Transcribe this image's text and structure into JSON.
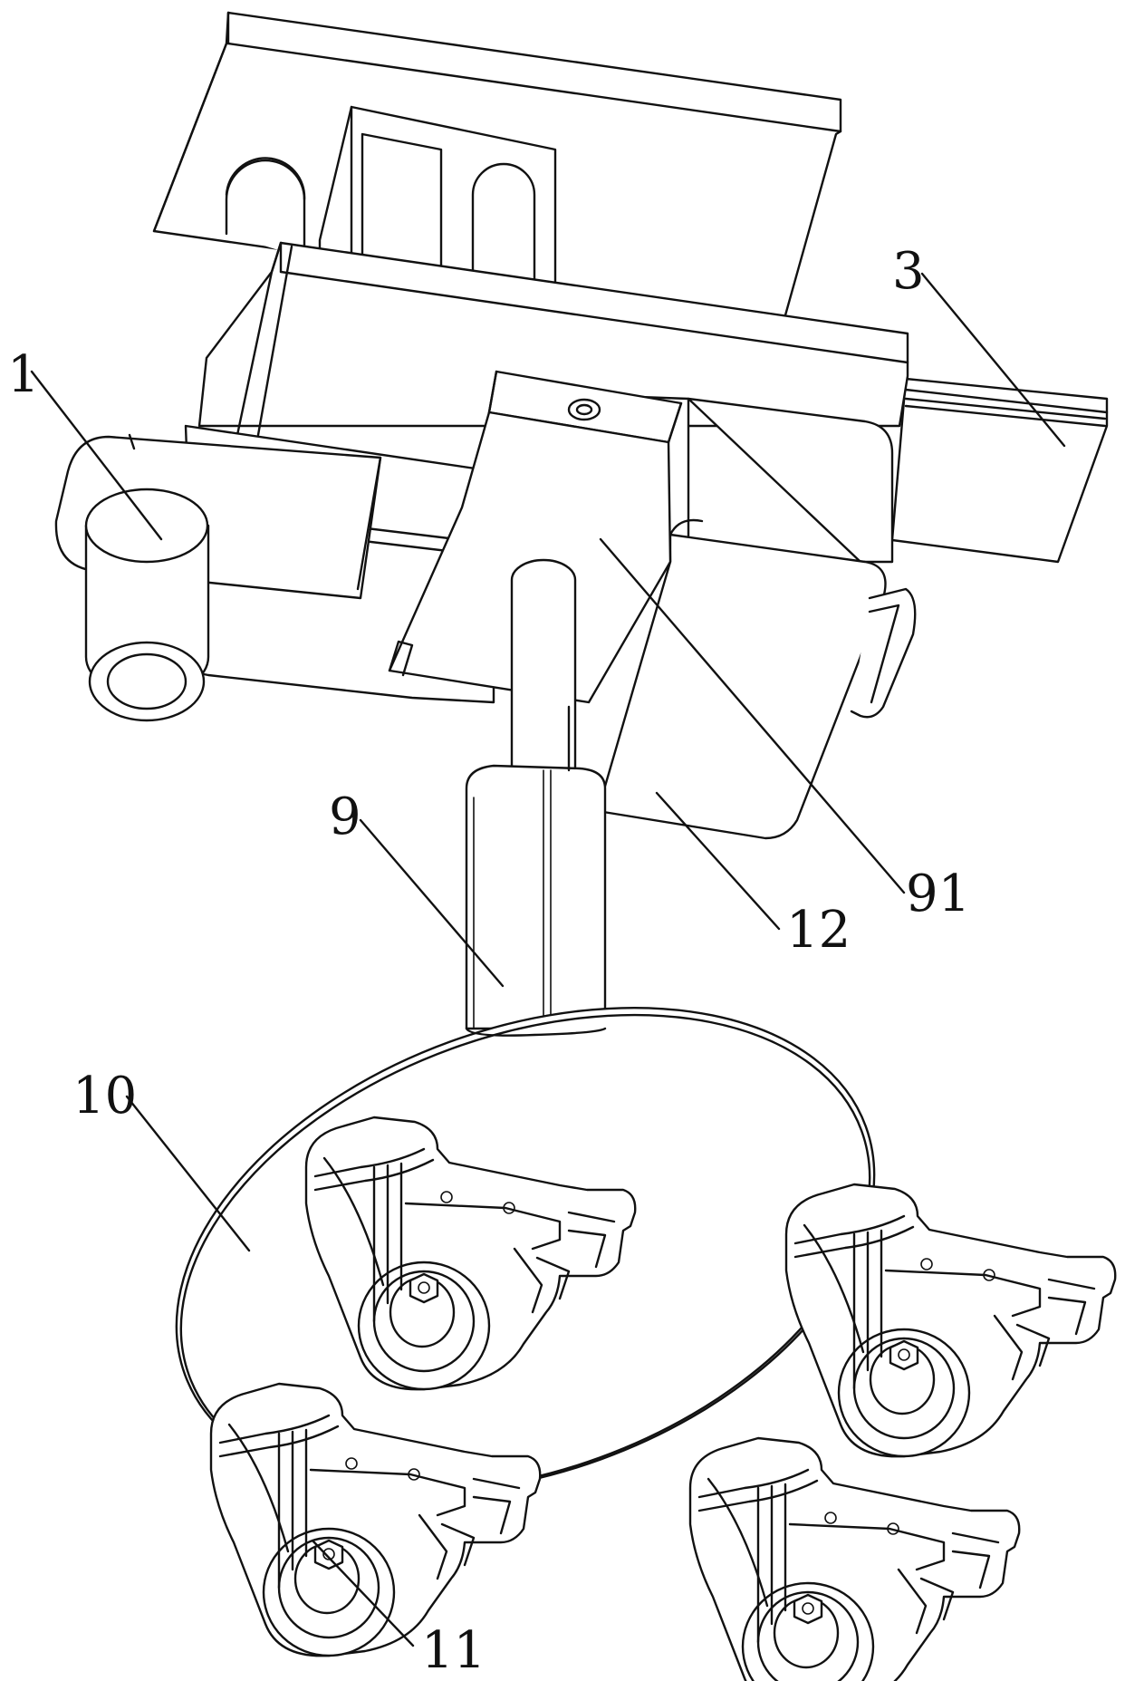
{
  "figure": {
    "type": "patent line drawing",
    "subject": "mobile support assembly with column, circular base and four locking caster wheels",
    "labels": [
      {
        "id": "1",
        "text": "1",
        "part": "roller/cylinder"
      },
      {
        "id": "3",
        "text": "3",
        "part": "rail plate"
      },
      {
        "id": "9",
        "text": "9",
        "part": "support column"
      },
      {
        "id": "91",
        "text": "91",
        "part": "column top bracket"
      },
      {
        "id": "12",
        "text": "12",
        "part": "housing box"
      },
      {
        "id": "10",
        "text": "10",
        "part": "circular base plate"
      },
      {
        "id": "11",
        "text": "11",
        "part": "caster wheel"
      }
    ]
  }
}
